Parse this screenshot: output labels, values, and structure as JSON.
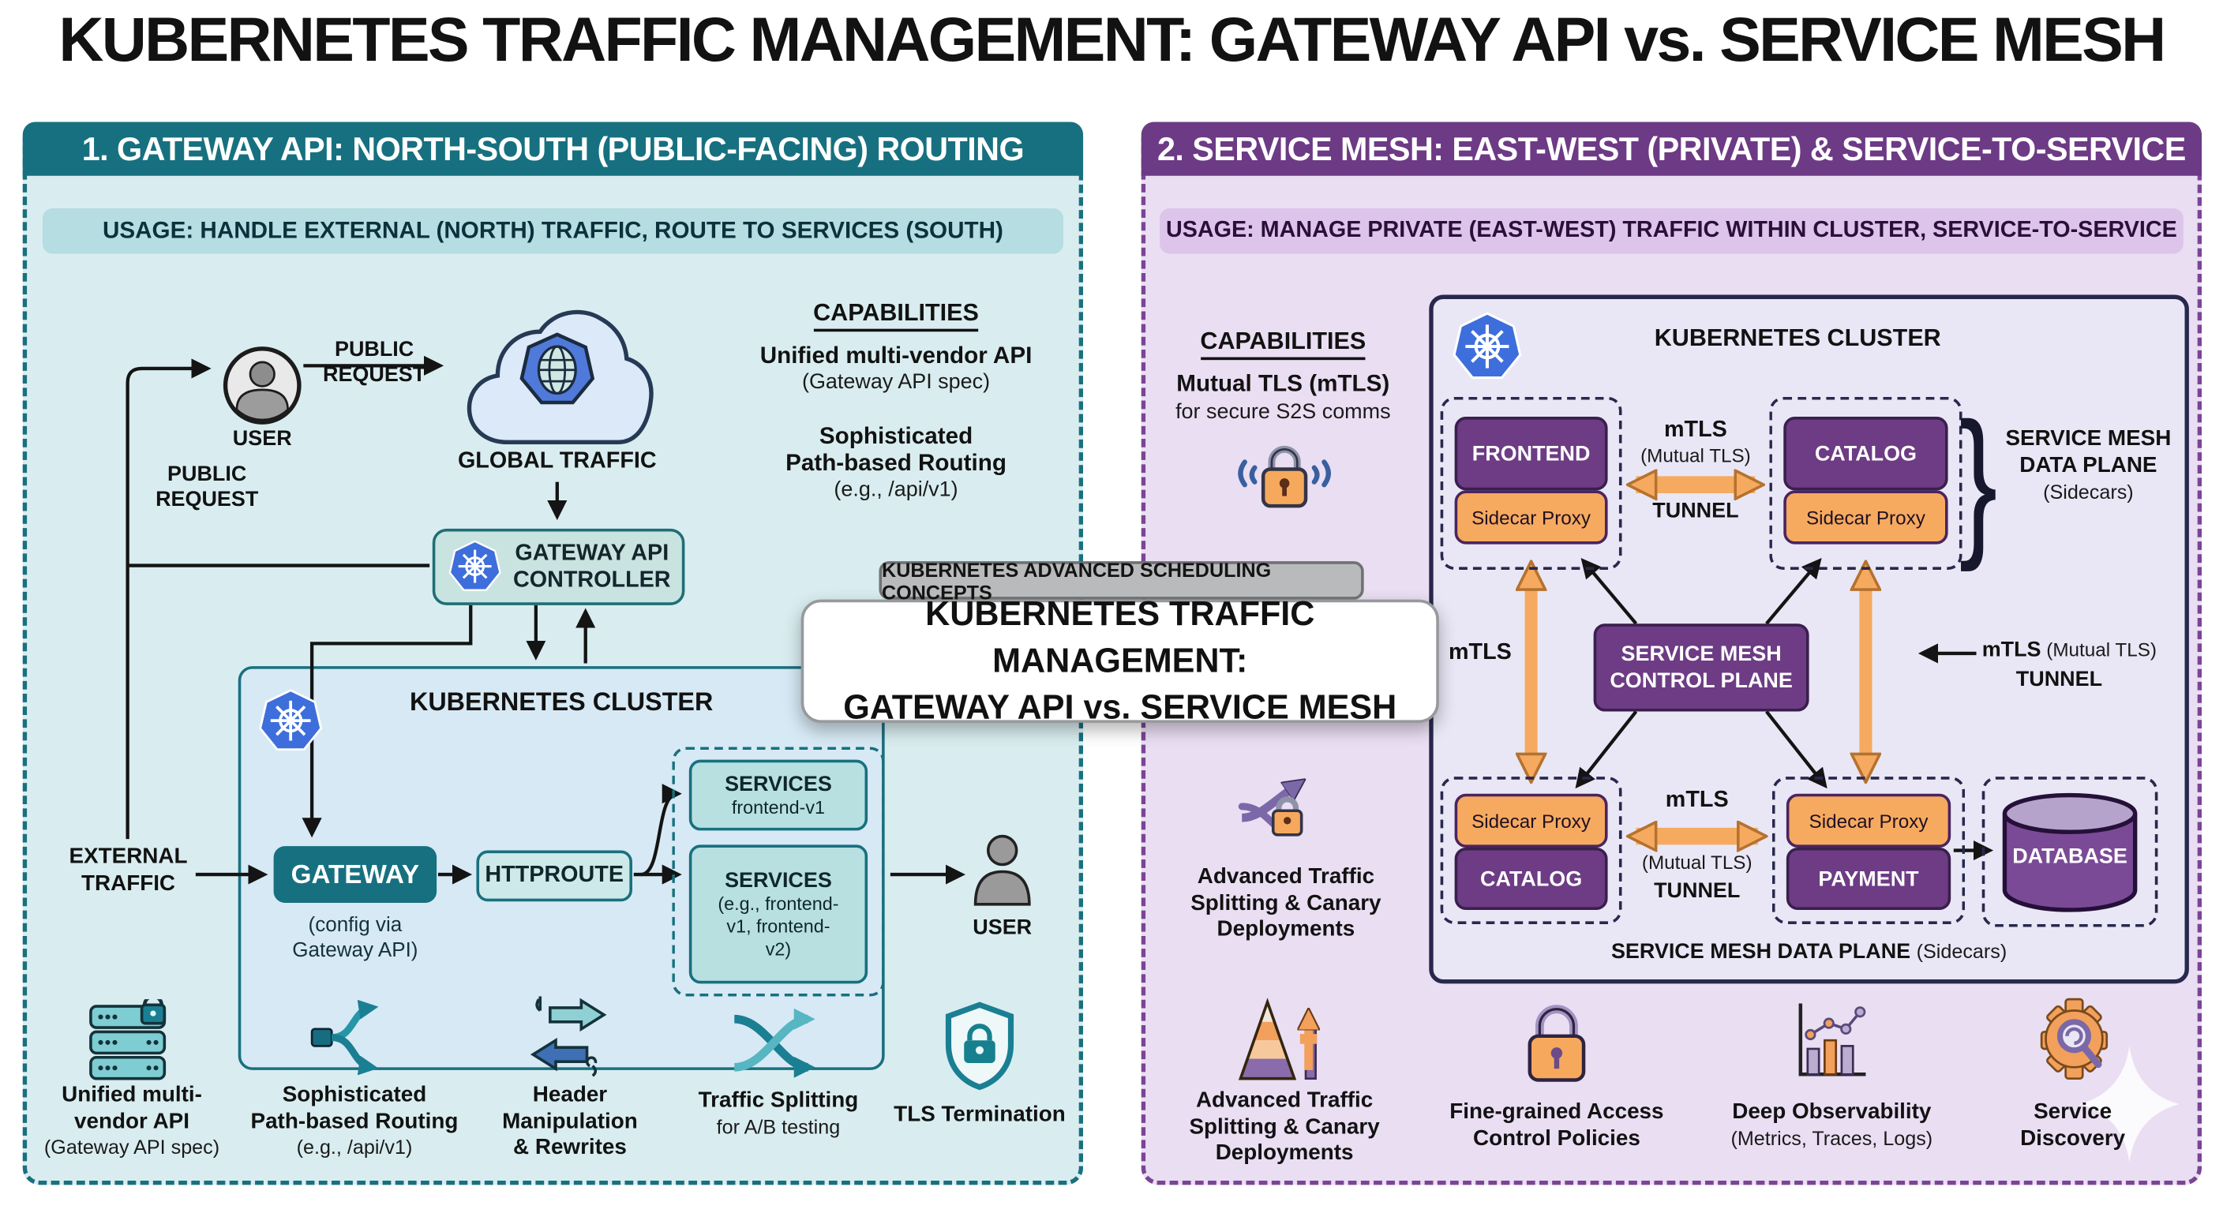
{
  "title": "KUBERNETES TRAFFIC MANAGEMENT: GATEWAY API vs. SERVICE MESH",
  "overlay": {
    "badge": "KUBERNETES ADVANCED SCHEDULING CONCEPTS",
    "heading": "KUBERNETES TRAFFIC MANAGEMENT:\nGATEWAY API vs. SERVICE MESH"
  },
  "gateway": {
    "header": "1. GATEWAY API: NORTH-SOUTH (PUBLIC-FACING) ROUTING",
    "usage": "USAGE: HANDLE EXTERNAL (NORTH) TRAFFIC, ROUTE TO SERVICES (SOUTH)",
    "capabilities_heading": "CAPABILITIES",
    "capability1_bold": "Unified multi-vendor API",
    "capability1_normal": "(Gateway API spec)",
    "capability2_bold": "Sophisticated\nPath-based Routing",
    "capability2_normal": "(e.g., /api/v1)",
    "public_request": "PUBLIC\nREQUEST",
    "user_label": "USER",
    "global_traffic": "GLOBAL TRAFFIC",
    "controller": "GATEWAY API\nCONTROLLER",
    "cluster_label": "KUBERNETES CLUSTER",
    "external_traffic": "EXTERNAL\nTRAFFIC",
    "gateway_node": "GATEWAY",
    "gateway_note": "(config via\nGateway API)",
    "httproute": "HTTPROUTE",
    "services1_title": "SERVICES",
    "services1_sub": "frontend-v1",
    "services2_title": "SERVICES",
    "services2_sub": "(e.g., frontend-\nv1, frontend-\nv2)",
    "user2_label": "USER",
    "features": [
      {
        "bold": "Unified multi-\nvendor API",
        "normal": "(Gateway API spec)"
      },
      {
        "bold": "Sophisticated\nPath-based Routing",
        "normal": "(e.g., /api/v1)"
      },
      {
        "bold": "Header\nManipulation\n& Rewrites",
        "normal": ""
      },
      {
        "bold": "Traffic Splitting",
        "normal": "for A/B testing"
      },
      {
        "bold": "TLS Termination",
        "normal": ""
      }
    ]
  },
  "mesh": {
    "header": "2. SERVICE MESH: EAST-WEST (PRIVATE) & SERVICE-TO-SERVICE",
    "usage": "USAGE: MANAGE PRIVATE (EAST-WEST) TRAFFIC WITHIN CLUSTER, SERVICE-TO-SERVICE",
    "capabilities_heading": "CAPABILITIES",
    "capability_bold": "Mutual TLS (mTLS)",
    "capability_normal": "for secure S2S comms",
    "cluster_label": "KUBERNETES CLUSTER",
    "frontend": "FRONTEND",
    "catalog_top": "CATALOG",
    "sidecar": "Sidecar Proxy",
    "mtls": "mTLS",
    "mutual_tls": "(Mutual TLS)",
    "tunnel": "TUNNEL",
    "mtls_mutual_inline": " (Mutual TLS)",
    "dataplane_side_bold": "SERVICE MESH\nDATA PLANE",
    "dataplane_side_normal": "(Sidecars)",
    "control_plane": "SERVICE MESH\nCONTROL PLANE",
    "mtls_left": "mTLS",
    "catalog_bottom": "CATALOG",
    "payment": "PAYMENT",
    "database": "DATABASE",
    "caption_bold": "SERVICE MESH DATA PLANE",
    "caption_normal": "(Sidecars)",
    "side_feature": "Advanced Traffic\nSplitting & Canary\nDeployments",
    "features": [
      {
        "bold": "Advanced Traffic\nSplitting & Canary\nDeployments",
        "normal": ""
      },
      {
        "bold": "Fine-grained Access\nControl Policies",
        "normal": ""
      },
      {
        "bold": "Deep Observability",
        "normal": "(Metrics, Traces, Logs)"
      },
      {
        "bold": "Service\nDiscovery",
        "normal": ""
      }
    ]
  },
  "colors": {
    "gateway_accent": "#17707f",
    "gateway_bg": "#d9edf0",
    "mesh_accent": "#6d3a85",
    "mesh_bg": "#eadef3",
    "purple_node": "#6d3c84",
    "sidecar_orange": "#f6aa60",
    "arrow_orange": "#f2a05c",
    "k8s_blue": "#3e6edb"
  }
}
